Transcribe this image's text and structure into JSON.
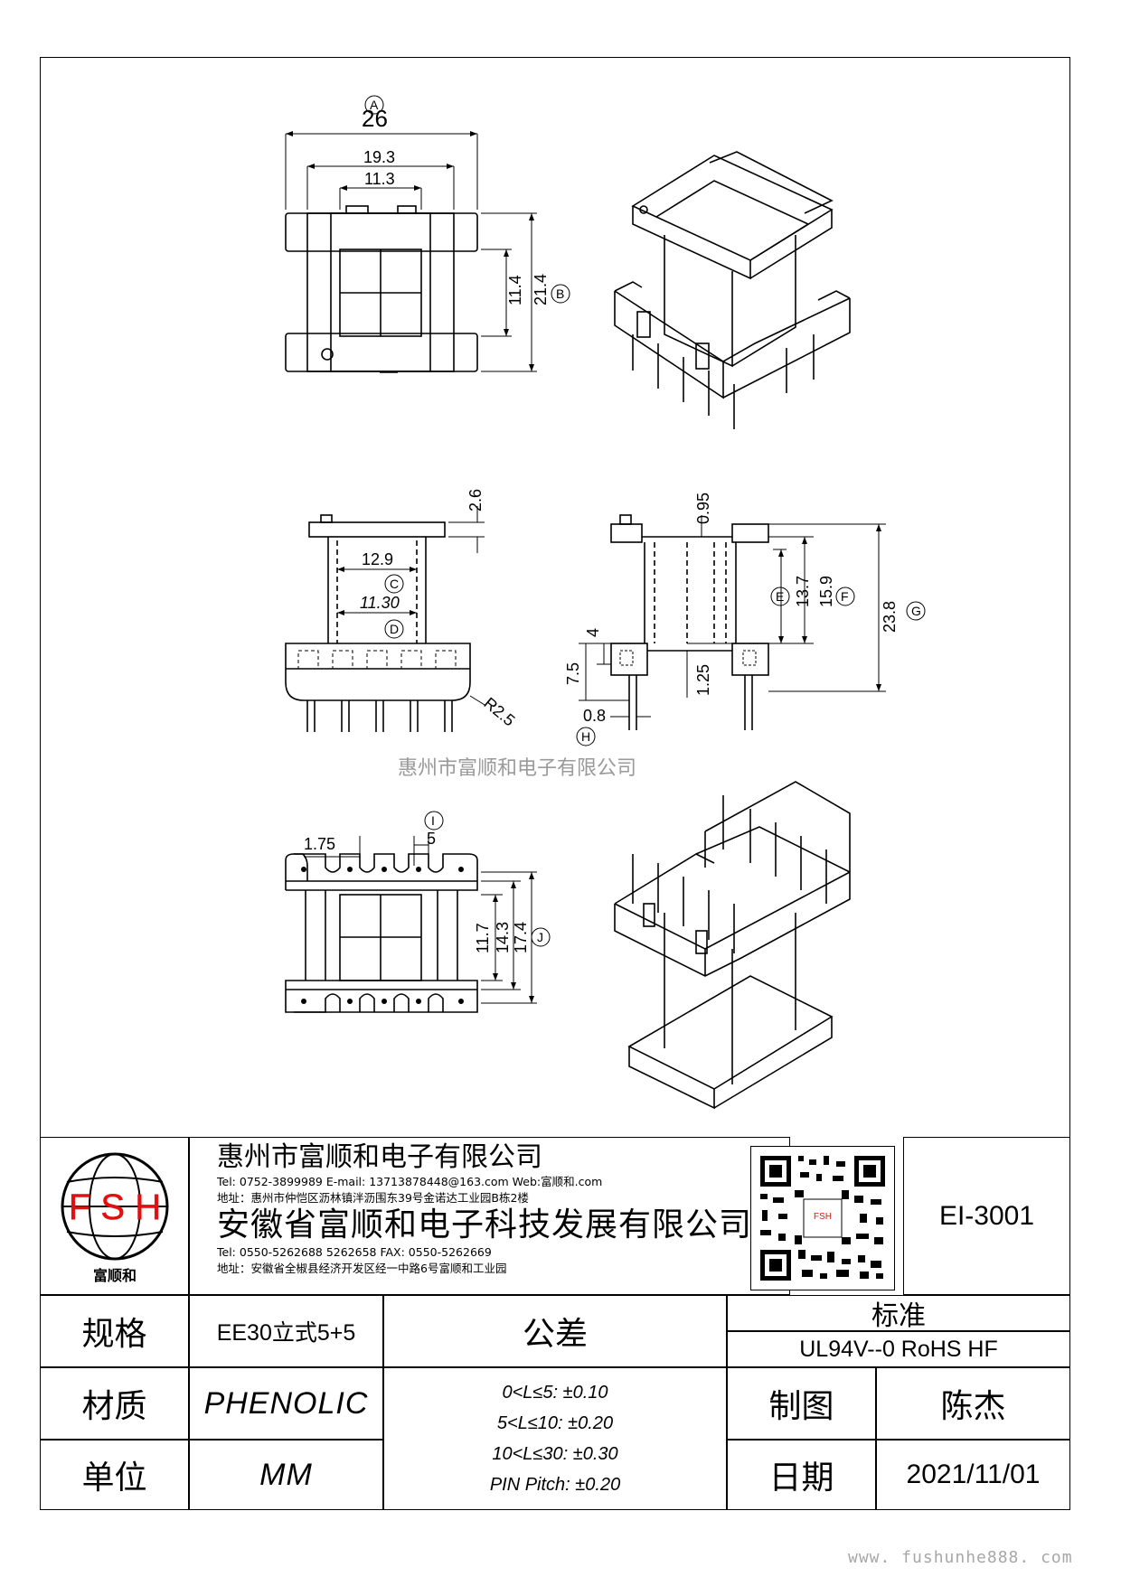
{
  "dimensions": {
    "top_width_circle": "A",
    "top_width": "26",
    "top_inner_width": "19.3",
    "top_slot_width": "11.3",
    "top_height_inner": "11.4",
    "top_height": "21.4",
    "top_height_circle": "B",
    "side_flange_thickness": "2.6",
    "side_inner_width": "12.9",
    "side_inner_width_circle": "C",
    "side_core_width": "11.30",
    "side_core_width_circle": "D",
    "side_radius": "R2.5",
    "front_top_gap": "0.95",
    "front_inner_h1": "13.7",
    "front_inner_h1_circle": "E",
    "front_inner_h2": "15.9",
    "front_inner_h2_circle": "F",
    "front_total_h": "23.8",
    "front_total_h_circle": "G",
    "front_pin_h1": "4",
    "front_pin_h2": "7.5",
    "front_base_gap": "1.25",
    "front_pin_dia": "0.8",
    "front_pin_dia_circle": "H",
    "bottom_pin_offset": "1.75",
    "bottom_pitch_circle": "I",
    "bottom_pitch": "5",
    "bottom_h1": "11.7",
    "bottom_h2": "14.3",
    "bottom_h3": "17.4",
    "bottom_h_circle": "J"
  },
  "watermark": "惠州市富顺和电子有限公司",
  "footer_url": "www. fushunhe888. com",
  "title_block": {
    "logo_letters": "F S H",
    "logo_caption": "富顺和",
    "company1": "惠州市富顺和电子有限公司",
    "company1_contact": "Tel:  0752-3899989   E-mail: 13713878448@163.com   Web:富顺和.com",
    "company1_address": "地址：惠州市仲恺区沥林镇泮沥围东39号金诺达工业园B栋2楼",
    "company2": "安徽省富顺和电子科技发展有限公司",
    "company2_contact": "Tel:  0550-5262688  5262658     FAX: 0550-5262669",
    "company2_address": "地址：安徽省全椒县经济开发区经一中路6号富顺和工业园",
    "qr_caption": "FSH",
    "model": "EI-3001",
    "spec_label": "规格",
    "spec_value": "EE30立式5+5",
    "material_label": "材质",
    "material_value": "PHENOLIC",
    "unit_label": "单位",
    "unit_value": "MM",
    "tolerance_label": "公差",
    "tolerances": [
      "0<L≤5: ±0.10",
      "5<L≤10: ±0.20",
      "10<L≤30: ±0.30",
      "PIN Pitch: ±0.20"
    ],
    "standard_label": "标准",
    "standard_value": "UL94V--0  RoHS HF",
    "drawn_label": "制图",
    "drawn_value": "陈杰",
    "date_label": "日期",
    "date_value": "2021/11/01"
  }
}
